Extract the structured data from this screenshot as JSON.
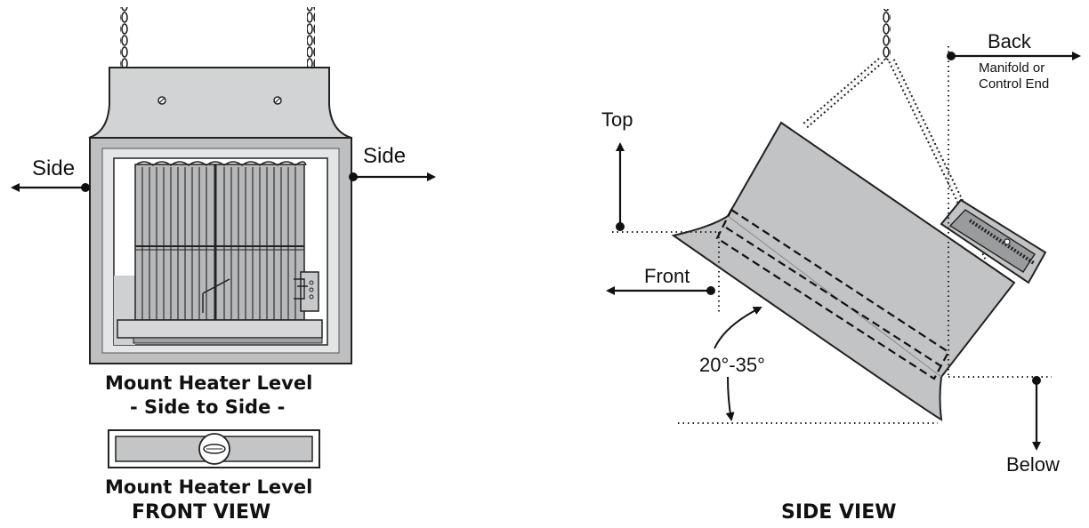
{
  "front_view": {
    "label_side_left": "Side",
    "label_side_right": "Side",
    "caption_level_line1": "Mount Heater Level",
    "caption_level_line2": "- Side to Side -",
    "caption_level_bottom": "Mount Heater Level",
    "view_title": "FRONT VIEW"
  },
  "side_view": {
    "label_back": "Back",
    "label_back_sub_line1": "Manifold or",
    "label_back_sub_line2": "Control End",
    "label_top": "Top",
    "label_front": "Front",
    "label_angle": "20°-35°",
    "label_below": "Below",
    "view_title": "SIDE VIEW"
  }
}
